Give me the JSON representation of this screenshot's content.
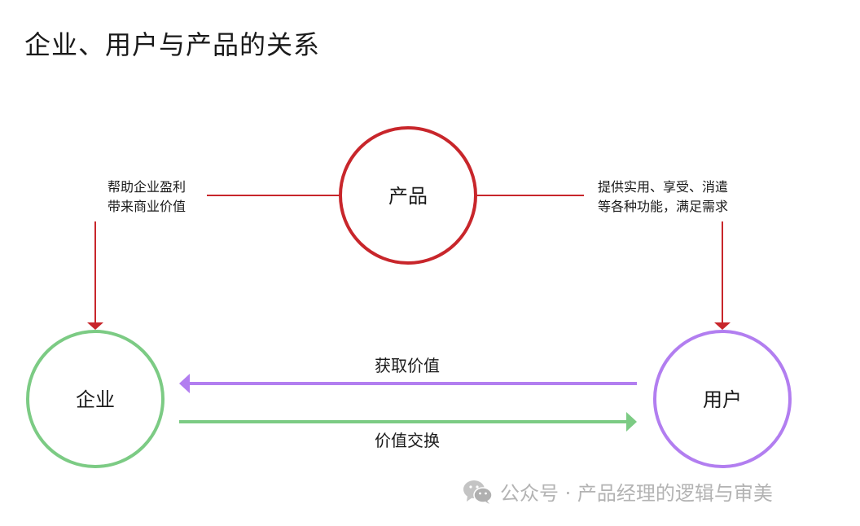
{
  "title": "企业、用户与产品的关系",
  "nodes": {
    "product": {
      "label": "产品",
      "color": "#c8262b"
    },
    "enterprise": {
      "label": "企业",
      "color": "#7ccb84"
    },
    "user": {
      "label": "用户",
      "color": "#b27ef0"
    }
  },
  "notes": {
    "left": {
      "line1": "帮助企业盈利",
      "line2": "带来商业价值"
    },
    "right": {
      "line1": "提供实用、享受、消遣",
      "line2": "等各种功能，满足需求"
    }
  },
  "flows": {
    "to_enterprise": {
      "label": "获取价值",
      "color": "#b27ef0"
    },
    "to_user": {
      "label": "价值交换",
      "color": "#7ccb84"
    }
  },
  "watermark": {
    "icon": "wechat-icon",
    "text": "公众号 · 产品经理的逻辑与审美"
  }
}
